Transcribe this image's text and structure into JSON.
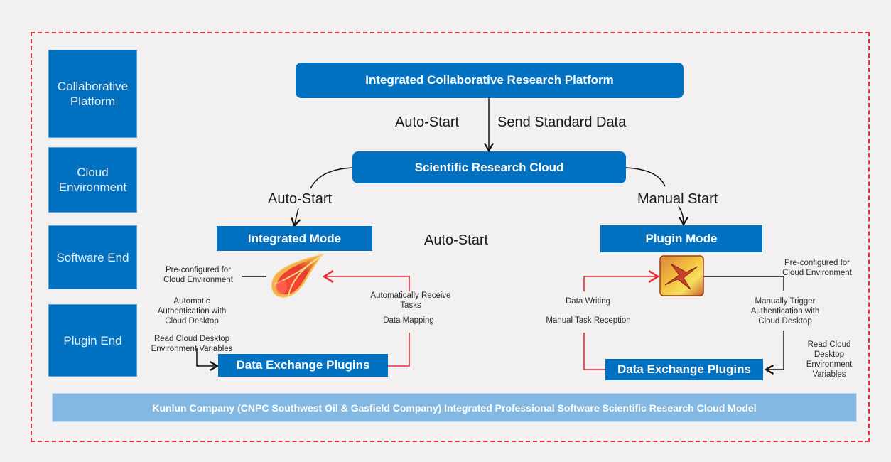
{
  "layers": [
    {
      "label": "Collaborative Platform"
    },
    {
      "label": "Cloud Environment"
    },
    {
      "label": "Software End"
    },
    {
      "label": "Plugin End"
    }
  ],
  "nodes": {
    "platform": "Integrated Collaborative Research Platform",
    "cloud": "Scientific Research Cloud",
    "integrated_mode": "Integrated Mode",
    "plugin_mode": "Plugin Mode",
    "left_plugins": "Data Exchange Plugins",
    "right_plugins": "Data Exchange Plugins"
  },
  "edge_labels": {
    "auto_start_top": "Auto-Start",
    "send_standard_data": "Send Standard Data",
    "auto_start_left": "Auto-Start",
    "manual_start": "Manual Start",
    "auto_start_center": "Auto-Start"
  },
  "left_annotations": {
    "preconfigured": "Pre-configured for Cloud Environment",
    "auto_auth": "Automatic Authentication with Cloud Desktop",
    "read_vars": "Read Cloud Desktop Environment Variables",
    "receive_tasks": "Automatically Receive Tasks",
    "data_mapping": "Data Mapping"
  },
  "right_annotations": {
    "preconfigured": "Pre-configured for Cloud Environment",
    "manual_auth": "Manually Trigger Authentication with Cloud Desktop",
    "read_vars": "Read Cloud Desktop Environment Variables",
    "data_writing": "Data Writing",
    "manual_task": "Manual Task Reception"
  },
  "icons": {
    "integrated_app": "flame-drop-app-icon",
    "plugin_app": "bowtie-arrow-app-icon"
  },
  "footer": "Kunlun Company (CNPC Southwest Oil & Gasfield Company) Integrated Professional Software Scientific Research Cloud Model",
  "colors": {
    "node_blue": "#0070c0",
    "footer_blue": "#83b8e2",
    "dashed_border": "#e8303a",
    "data_flow_red": "#e8303a"
  }
}
